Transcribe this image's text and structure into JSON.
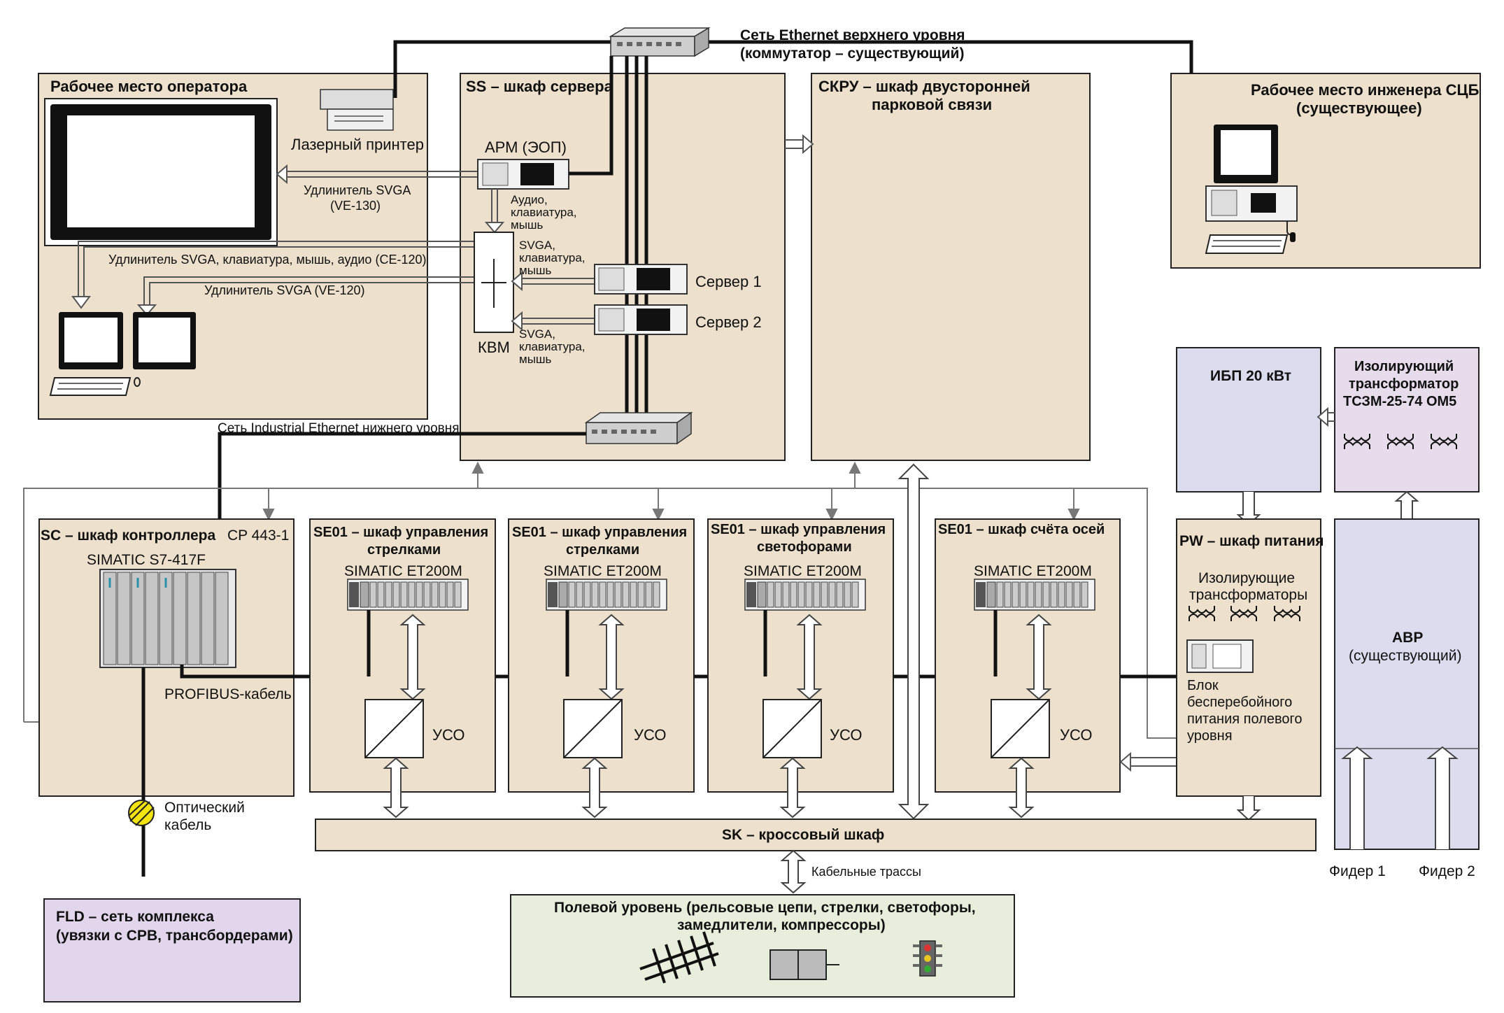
{
  "top_network": {
    "line1": "Сеть Ethernet верхнего уровня",
    "line2": "(коммутатор – существующий)"
  },
  "operator": {
    "title": "Рабочее место оператора",
    "printer": "Лазерный принтер",
    "svga_ext_1": "Удлинитель SVGA",
    "svga_ext_1_model": "(VE-130)",
    "svga_ext_2": "Удлинитель SVGA, клавиатура, мышь, аудио (CE-120)",
    "svga_ext_3": "Удлинитель SVGA (VE-120)"
  },
  "server_cab": {
    "title": "SS – шкаф сервера",
    "arm": "АРМ (ЭОП)",
    "audio": [
      "Аудио,",
      "клавиатура,",
      "мышь"
    ],
    "svga1": [
      "SVGA,",
      "клавиатура,",
      "мышь"
    ],
    "svga2": [
      "SVGA,",
      "клавиатура,",
      "мышь"
    ],
    "kvm": "КВМ",
    "server1": "Сервер 1",
    "server2": "Сервер 2"
  },
  "skru": {
    "line1": "СКРУ – шкаф двусторонней",
    "line2": "парковой связи"
  },
  "engineer": {
    "line1": "Рабочее место инженера СЦБ",
    "line2": "(существующее)"
  },
  "ind_eth": "Сеть Industrial Ethernet нижнего уровня",
  "controller": {
    "title": "SC – шкаф контроллера",
    "cp": "CP 443-1",
    "plc": "SIMATIC S7-417F",
    "profibus": "PROFIBUS-кабель"
  },
  "se_cabinets": [
    {
      "title1": "SE01 – шкаф управления",
      "title2": "стрелками",
      "module": "SIMATIC ET200M",
      "uso": "УСО"
    },
    {
      "title1": "SE01 – шкаф управления",
      "title2": "стрелками",
      "module": "SIMATIC ET200M",
      "uso": "УСО"
    },
    {
      "title1": "SE01 – шкаф управления",
      "title2": "светофорами",
      "module": "SIMATIC ET200M",
      "uso": "УСО"
    },
    {
      "title1": "SE01 – шкаф счёта осей",
      "title2": "",
      "module": "SIMATIC ET200M",
      "uso": "УСО"
    }
  ],
  "power": {
    "ups": "ИБП 20 кВт",
    "iso_trans": [
      "Изолирующий",
      "трансформатор",
      "ТСЗМ-25-74 ОМ5"
    ],
    "pw_title": "PW – шкаф питания",
    "pw_trans": [
      "Изолирующие",
      "трансформаторы"
    ],
    "pw_block": [
      "Блок",
      "бесперебойного",
      "питания полевого",
      "уровня"
    ],
    "avr": "АВР",
    "avr_sub": "(существующий)",
    "feeder1": "Фидер 1",
    "feeder2": "Фидер 2"
  },
  "optical": [
    "Оптический",
    "кабель"
  ],
  "sk": "SK – кроссовый шкаф",
  "cable_routes": "Кабельные трассы",
  "field": {
    "line1": "Полевой уровень (рельсовые цепи, стрелки, светофоры,",
    "line2": "замедлители, компрессоры)"
  },
  "fld": {
    "line1": "FLD – сеть комплекса",
    "line2": "(увязки с СРВ, трансбордерами)"
  },
  "colors": {
    "cabinet": "#ede0cc",
    "ups": "#dcdcef",
    "iso": "#e6dcec",
    "avr": "#dcdcef",
    "fld": "#e1d6ec",
    "field": "#e7eedb",
    "optical": "#f2e313"
  }
}
